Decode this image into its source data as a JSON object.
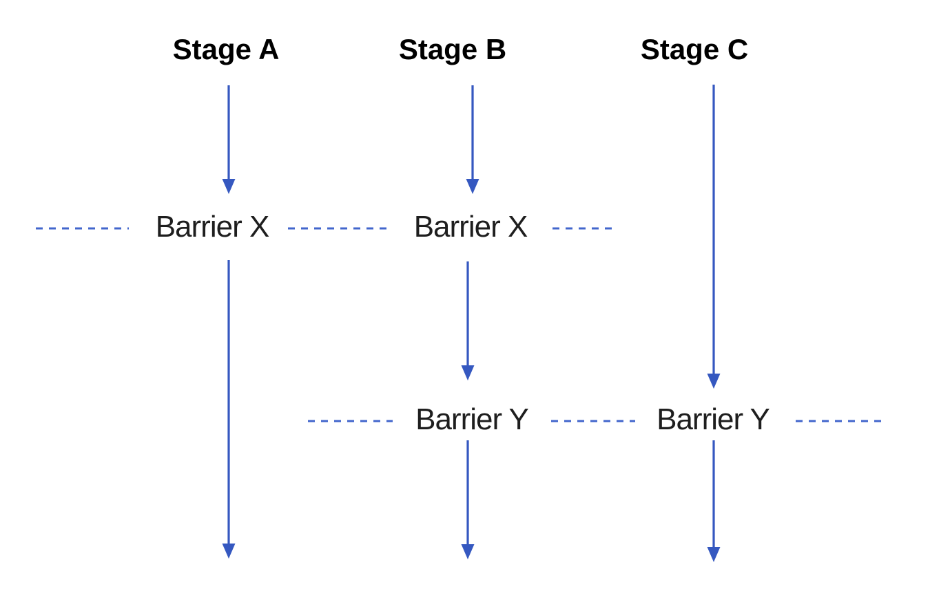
{
  "diagram": {
    "columns": [
      {
        "label": "Stage A"
      },
      {
        "label": "Stage B"
      },
      {
        "label": "Stage C"
      }
    ],
    "barrier_labels": {
      "x_a": "Barrier X",
      "x_b": "Barrier X",
      "y_b": "Barrier Y",
      "y_c": "Barrier Y"
    },
    "colors": {
      "arrow": "#3558C0",
      "dash": "#4266CC",
      "heading_text": "#000000",
      "barrier_text": "#1E1E1E",
      "background": "#FFFFFF"
    }
  }
}
